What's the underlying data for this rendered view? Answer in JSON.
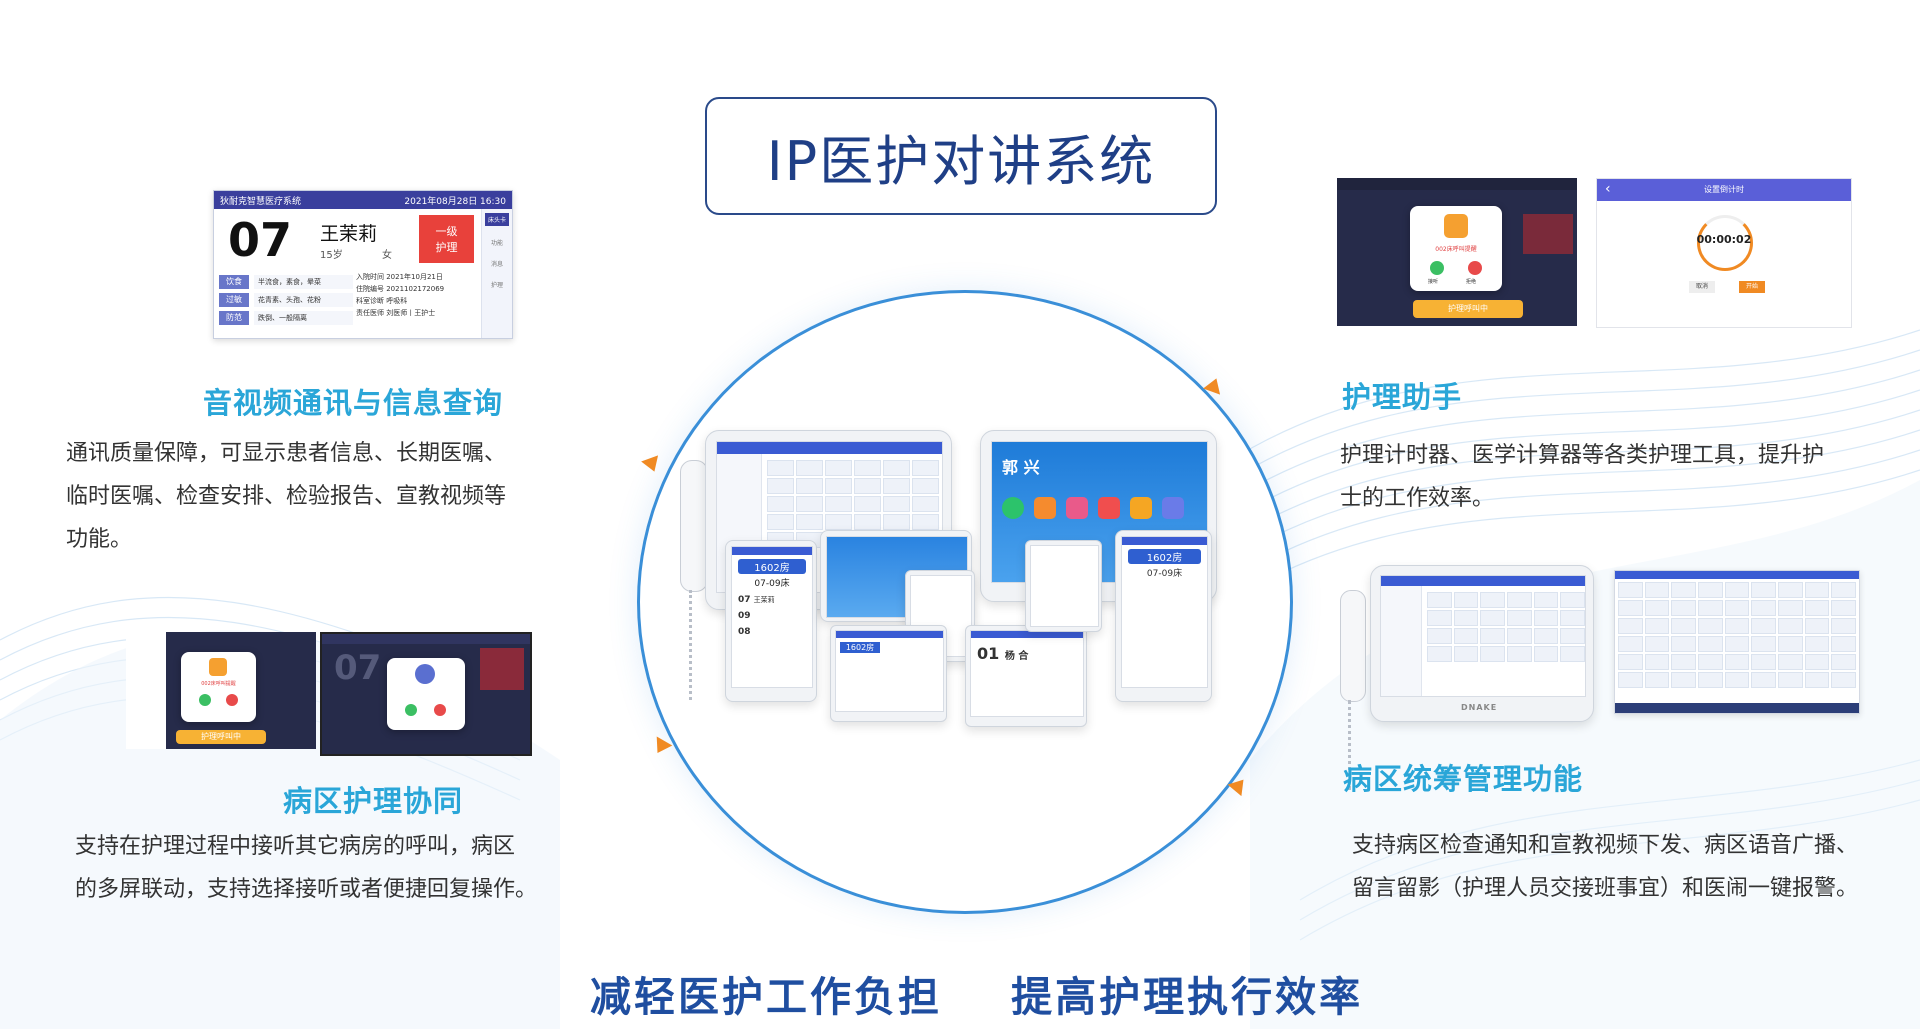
{
  "title": "IP医护对讲系统",
  "slogan": "减轻医护工作负担    提高护理执行效率",
  "sections": {
    "av": {
      "title": "音视频通讯与信息查询",
      "lines": [
        "通讯质量保障，可显示患者信息、长期医嘱、",
        "临时医嘱、检查安排、检验报告、宣教视频等",
        "功能。"
      ]
    },
    "ward": {
      "title": "病区护理协同",
      "lines": [
        "支持在护理过程中接听其它病房的呼叫，病区",
        "的多屏联动，支持选择接听或者便捷回复操作。"
      ]
    },
    "assist": {
      "title": "护理助手",
      "lines": [
        "护理计时器、医学计算器等各类护理工具，提升护",
        "士的工作效率。"
      ]
    },
    "mgmt": {
      "title": "病区统筹管理功能",
      "lines": [
        "支持病区检查通知和宣教视频下发、病区语音广播、",
        "留言留影（护理人员交接班事宜）和医闹一键报警。"
      ]
    }
  },
  "patient_card": {
    "system": "狄耐克智慧医疗系统",
    "datetime": "2021年08月28日 16:30",
    "bed": "07",
    "name": "王茉莉",
    "age": "15岁",
    "sex": "女",
    "level": [
      "一级",
      "护理"
    ],
    "tags": [
      {
        "label": "饮食",
        "text": "半流食，素食，晕菜"
      },
      {
        "label": "过敏",
        "text": "花青素、头孢、花粉"
      },
      {
        "label": "防范",
        "text": "跌倒、一般隔离"
      }
    ],
    "info": [
      "入院时间  2021年10月21日",
      "住院编号  2021102172069",
      "科室诊断  呼吸科",
      "责任医师  刘医师丨王护士"
    ],
    "side": [
      "床头卡",
      "功能",
      "消息",
      "护理"
    ]
  },
  "timer": {
    "title": "设置倒计时",
    "time": "00:00:02",
    "cancel": "取消",
    "start": "开始"
  },
  "popup": {
    "call_text": "002床呼叫提醒",
    "answer": "接听",
    "reject": "拒绝",
    "nurse_call": "护理呼叫中"
  },
  "device_brand": "DNAKE",
  "center": {
    "room": "1602房",
    "beds": "07-09床",
    "patient": "王茉莉",
    "bed_nums": [
      "07",
      "09",
      "08"
    ],
    "tablet_name": "郭 兴",
    "small_name": "杨 合",
    "small_bed": "01"
  },
  "colors": {
    "accent": "#2aa6d8",
    "title": "#1f3f86",
    "slogan": "#1f4ea0",
    "orange": "#f08a23"
  }
}
